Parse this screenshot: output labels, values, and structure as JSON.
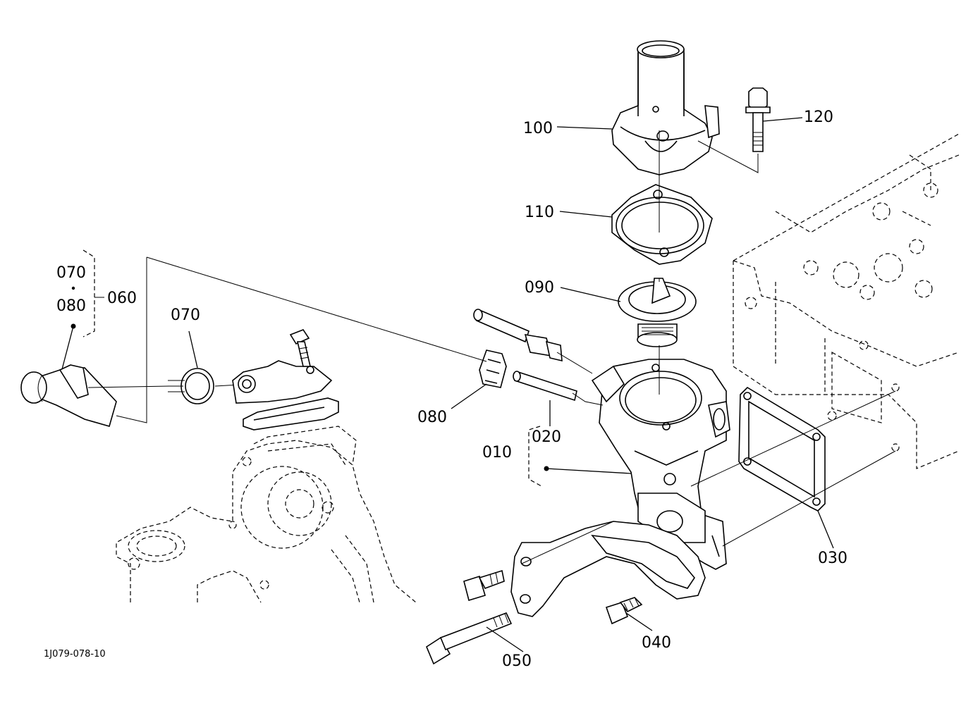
{
  "labels": {
    "p100": "100",
    "p120": "120",
    "p110": "110",
    "p090": "090",
    "p070a": "070",
    "p080a": "080",
    "p060": "060",
    "p070b": "070",
    "p080b": "080",
    "p020": "020",
    "p010": "010",
    "p030": "030",
    "p040": "040",
    "p050": "050"
  },
  "reference": "1J079-078-10"
}
